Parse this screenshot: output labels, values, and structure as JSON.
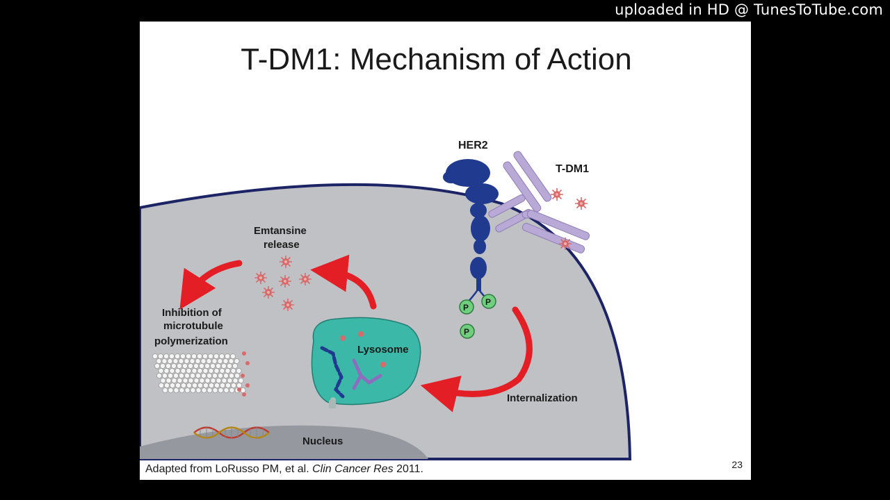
{
  "watermark": "uploaded in HD @ TunesToTube.com",
  "slide": {
    "title": "T-DM1: Mechanism of Action",
    "page_number": "23",
    "citation": {
      "prefix": "Adapted from LoRusso PM, et al.",
      "journal": "Clin Cancer Res",
      "year": "2011."
    }
  },
  "diagram": {
    "labels": {
      "her2": "HER2",
      "tdm1": "T-DM1",
      "emtansine_line1": "Emtansine",
      "emtansine_line2": "release",
      "inhibition_line1": "Inhibition of",
      "inhibition_line2": "microtubule",
      "inhibition_line3": "polymerization",
      "lysosome": "Lysosome",
      "internalization": "Internalization",
      "nucleus": "Nucleus",
      "phospho": "P"
    },
    "colors": {
      "cell": "#c0c1c5",
      "cell_border": "#1c2466",
      "nucleus": "#96989f",
      "receptor": "#1f3a8f",
      "antibody": "#b9a9d6",
      "drug": "#d86a6a",
      "arrow": "#e31e24",
      "lysosome": "#3bb8a8",
      "phospho": "#6fcf7f"
    }
  }
}
